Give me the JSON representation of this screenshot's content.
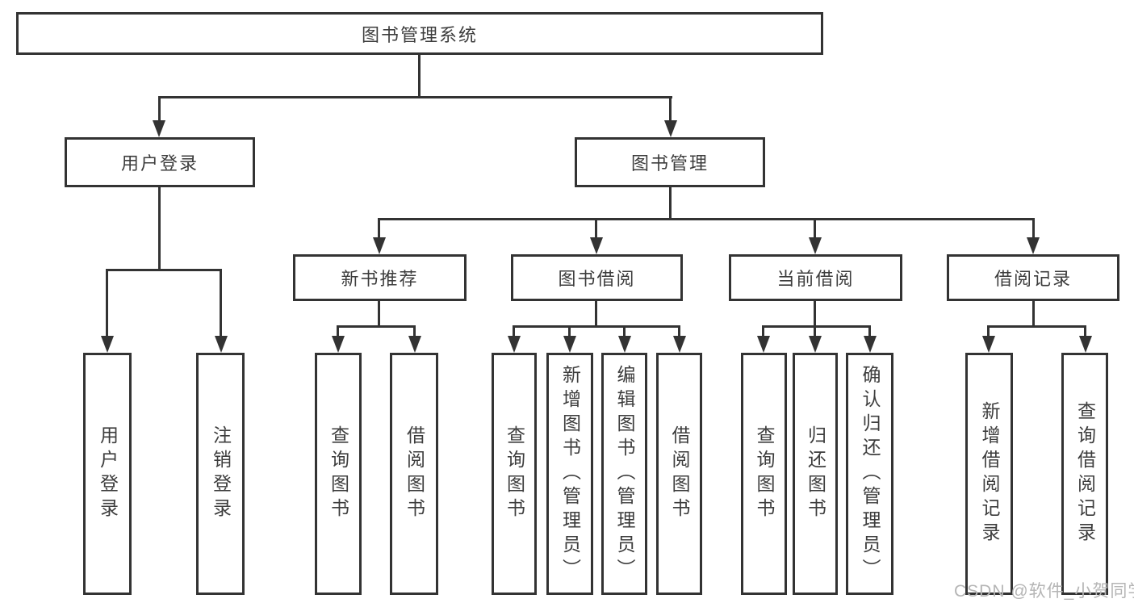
{
  "diagram": {
    "root": "图书管理系统",
    "user_login": {
      "label": "用户登录",
      "children": [
        {
          "label": "用户登录"
        },
        {
          "label": "注销登录"
        }
      ]
    },
    "book_management": {
      "label": "图书管理",
      "sections": [
        {
          "label": "新书推荐",
          "children": [
            {
              "label": "查询图书"
            },
            {
              "label": "借阅图书"
            }
          ]
        },
        {
          "label": "图书借阅",
          "children": [
            {
              "label": "查询图书"
            },
            {
              "label": "新增图书（管理员）"
            },
            {
              "label": "编辑图书（管理员）"
            },
            {
              "label": "借阅图书"
            }
          ]
        },
        {
          "label": "当前借阅",
          "children": [
            {
              "label": "查询图书"
            },
            {
              "label": "归还图书"
            },
            {
              "label": "确认归还（管理员）"
            }
          ]
        },
        {
          "label": "借阅记录",
          "children": [
            {
              "label": "新增借阅记录"
            },
            {
              "label": "查询借阅记录"
            }
          ]
        }
      ]
    }
  },
  "watermark": "CSDN @软件_小贺同学",
  "colors": {
    "line": "#333333",
    "text": "#3d3d3d",
    "background": "#ffffff",
    "watermark": "#b5b5b5"
  }
}
